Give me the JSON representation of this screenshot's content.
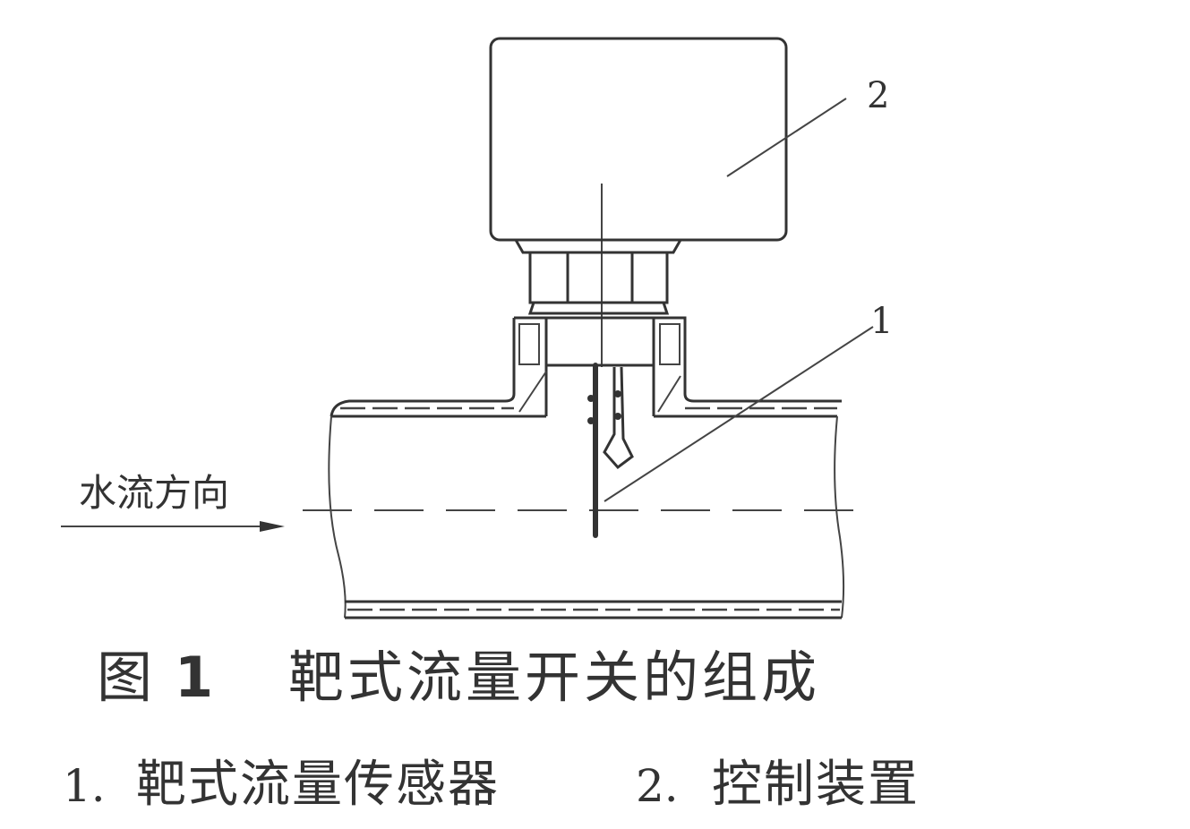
{
  "labels": {
    "part1": "1",
    "part2": "2"
  },
  "flow_direction": "水流方向",
  "caption": {
    "figure_label": "图",
    "figure_number": "1",
    "title": "靶式流量开关的组成"
  },
  "legend": [
    {
      "number": "1.",
      "text": "靶式流量传感器"
    },
    {
      "number": "2.",
      "text": "控制装置"
    }
  ]
}
